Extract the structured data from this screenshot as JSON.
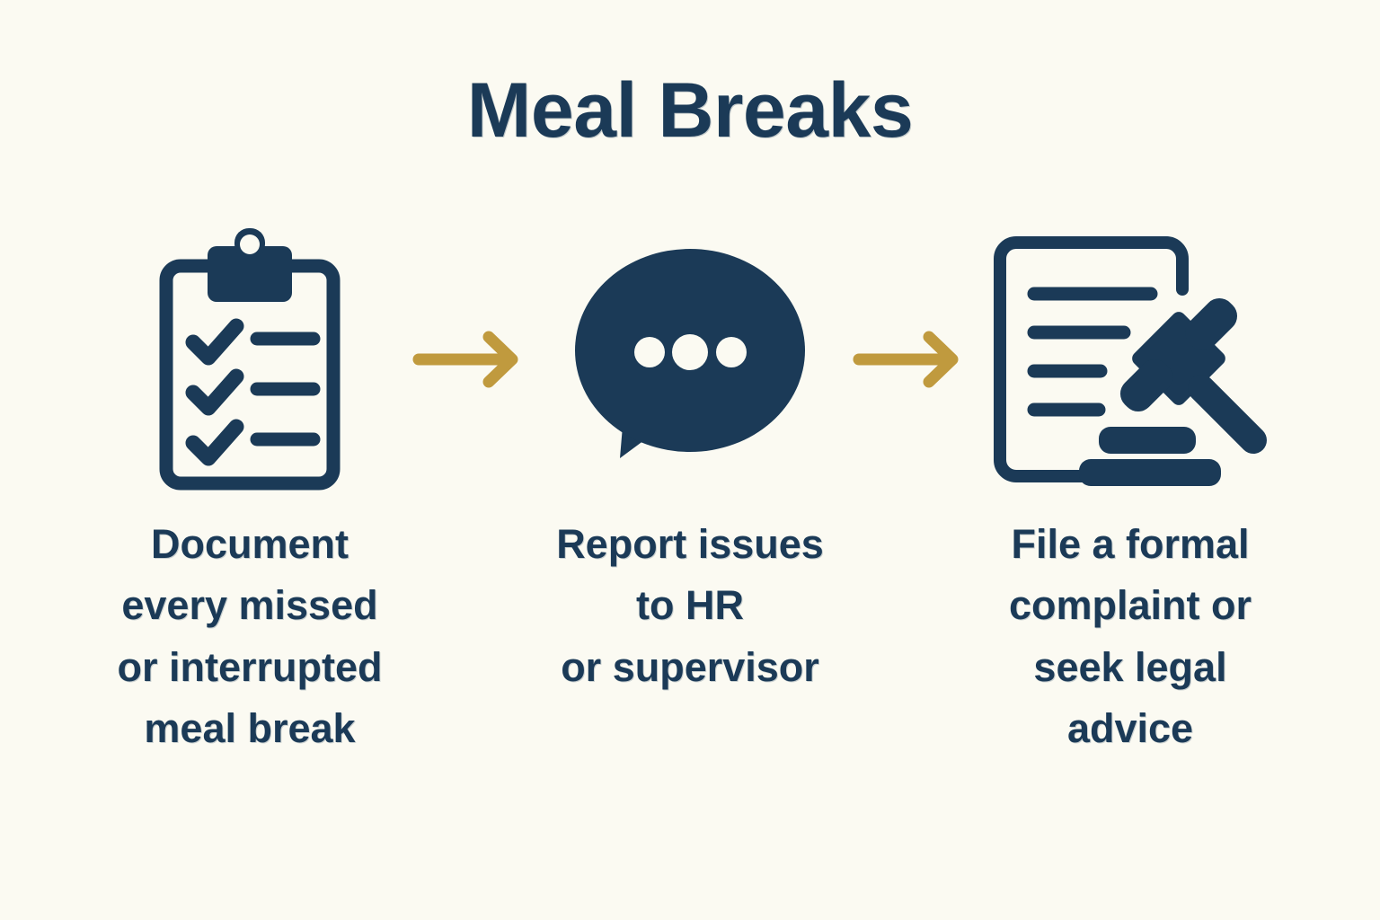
{
  "page": {
    "title": "Meal Breaks",
    "background_color": "#fbfaf2",
    "navy": "#1b3a57",
    "gold": "#c09a3e"
  },
  "steps": [
    {
      "icon": "clipboard-checklist-icon",
      "caption_lines": [
        "Document",
        "every missed",
        "or interrupted",
        "meal break"
      ]
    },
    {
      "icon": "speech-bubble-icon",
      "caption_lines": [
        "Report issues",
        "to HR",
        "or supervisor"
      ]
    },
    {
      "icon": "document-gavel-icon",
      "caption_lines": [
        "File a formal",
        "complaint or",
        "seek legal",
        "advice"
      ]
    }
  ],
  "arrows": [
    {
      "name": "arrow-right-icon",
      "color": "#c09a3e"
    },
    {
      "name": "arrow-right-icon",
      "color": "#c09a3e"
    }
  ]
}
